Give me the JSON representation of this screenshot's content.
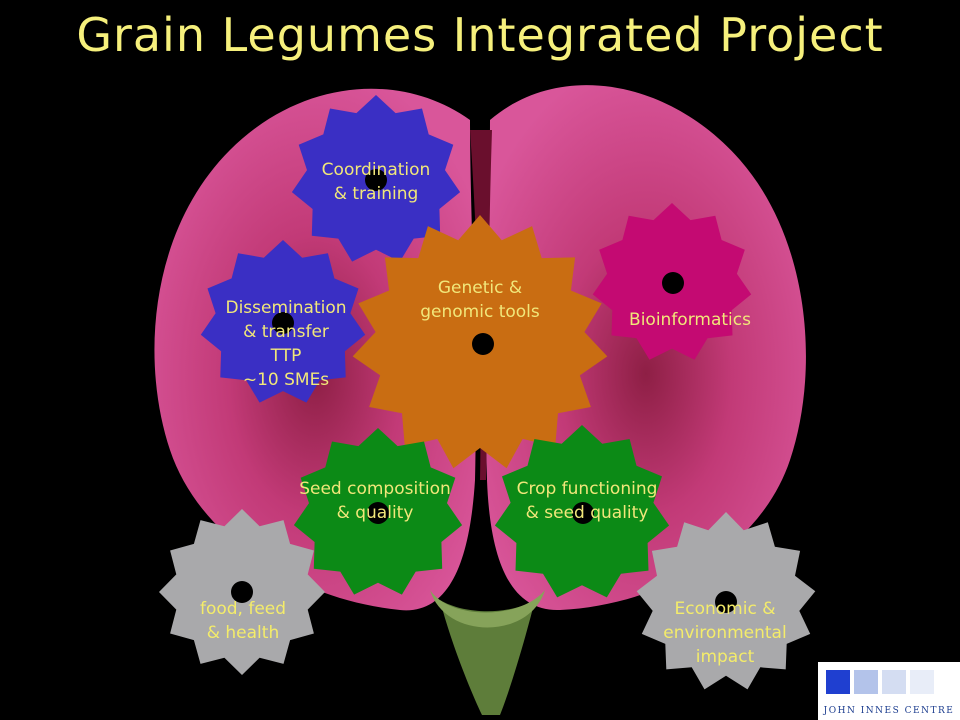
{
  "title": "Grain Legumes Integrated Project",
  "colors": {
    "title": "#f6f07c",
    "petal": "#c23a77",
    "blue_gear": "#3a2fc4",
    "orange_gear": "#c96d12",
    "magenta_gear": "#c40a72",
    "green_gear": "#0c8a16",
    "gray_gear": "#a9a9ab",
    "label": "#f1e77a"
  },
  "gears": [
    {
      "id": "coordination",
      "label": "Coordination\n& training",
      "color": "blue"
    },
    {
      "id": "dissemination",
      "label": "Dissemination\n& transfer\nTTP\n~10 SMEs",
      "color": "blue"
    },
    {
      "id": "genetic",
      "label": "Genetic &\ngenomic tools",
      "color": "orange"
    },
    {
      "id": "bioinformatics",
      "label": "Bioinformatics",
      "color": "magenta"
    },
    {
      "id": "seed-composition",
      "label": "Seed composition\n& quality",
      "color": "green"
    },
    {
      "id": "crop-functioning",
      "label": "Crop functioning\n& seed quality",
      "color": "green"
    },
    {
      "id": "food-feed",
      "label": "food, feed\n& health",
      "color": "gray"
    },
    {
      "id": "economic",
      "label": "Economic &\nenvironmental\nimpact",
      "color": "gray"
    }
  ],
  "logo": {
    "text": "JOHN INNES CENTRE"
  }
}
